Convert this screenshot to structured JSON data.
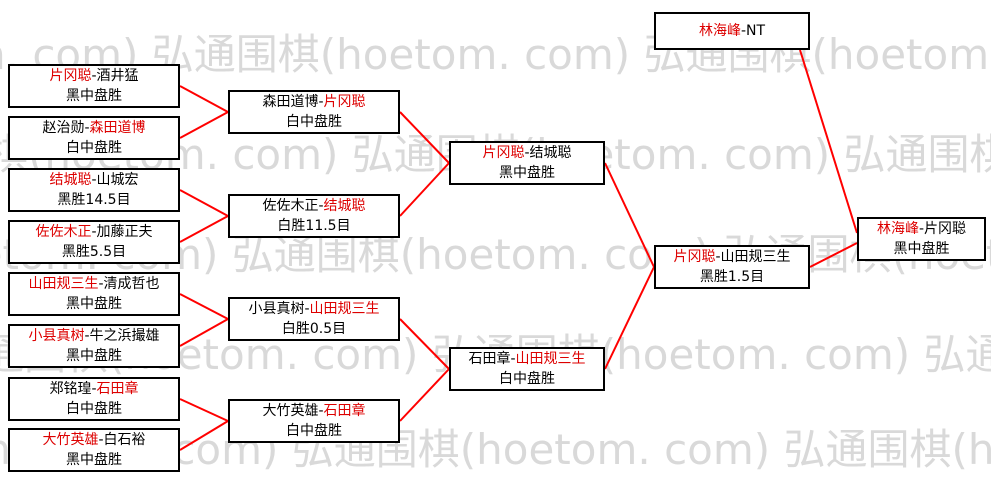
{
  "watermark": {
    "unit": "弘通围棋(hoetom. com)",
    "row_text": "弘通围棋(hoetom. com)  弘通围棋(hoetom. com)  弘通围棋(hoetom. com)",
    "color": "#d9d9d9"
  },
  "colors": {
    "winner": "#dd0000",
    "line": "#ff0000",
    "border": "#000000"
  },
  "rounds": {
    "r1": [
      {
        "pre": "",
        "winner": "片冈聪",
        "post": "-酒井猛",
        "result": "黑中盘胜"
      },
      {
        "pre": "赵治勋-",
        "winner": "森田道博",
        "post": "",
        "result": "白中盘胜"
      },
      {
        "pre": "",
        "winner": "结城聪",
        "post": "-山城宏",
        "result": "黑胜14.5目"
      },
      {
        "pre": "",
        "winner": "佐佐木正",
        "post": "-加藤正夫",
        "result": "黑胜5.5目"
      },
      {
        "pre": "",
        "winner": "山田规三生",
        "post": "-清成哲也",
        "result": "黑中盘胜"
      },
      {
        "pre": "",
        "winner": "小县真树",
        "post": "-牛之浜撮雄",
        "result": "黑中盘胜"
      },
      {
        "pre": "郑铭瑝-",
        "winner": "石田章",
        "post": "",
        "result": "白中盘胜"
      },
      {
        "pre": "",
        "winner": "大竹英雄",
        "post": "-白石裕",
        "result": "黑中盘胜"
      }
    ],
    "r2": [
      {
        "pre": "森田道博-",
        "winner": "片冈聪",
        "post": "",
        "result": "白中盘胜"
      },
      {
        "pre": "佐佐木正-",
        "winner": "结城聪",
        "post": "",
        "result": "白胜11.5目"
      },
      {
        "pre": "小县真树-",
        "winner": "山田规三生",
        "post": "",
        "result": "白胜0.5目"
      },
      {
        "pre": "大竹英雄-",
        "winner": "石田章",
        "post": "",
        "result": "白中盘胜"
      }
    ],
    "r3": [
      {
        "pre": "",
        "winner": "片冈聪",
        "post": "-结城聪",
        "result": "黑中盘胜"
      },
      {
        "pre": "石田章-",
        "winner": "山田规三生",
        "post": "",
        "result": "白中盘胜"
      }
    ],
    "final": {
      "pre": "",
      "winner": "片冈聪",
      "post": "-山田规三生",
      "result": "黑胜1.5目"
    },
    "holder": {
      "pre": "",
      "winner": "林海峰",
      "post": "-NT"
    },
    "title": {
      "pre": "",
      "winner": "林海峰",
      "post": "-片冈聪",
      "result": "黑中盘胜"
    }
  }
}
